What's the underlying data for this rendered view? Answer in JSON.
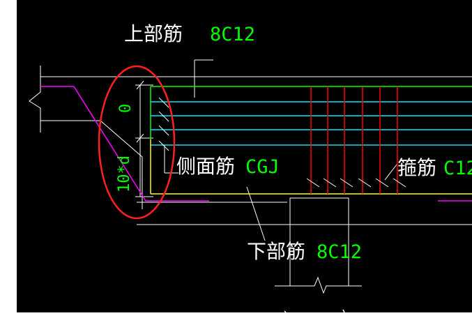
{
  "labels": {
    "top_rebar": "上部筋",
    "top_rebar_spec": "8C12",
    "side_rebar": "侧面筋",
    "side_rebar_spec": "CGJ",
    "stirrup": "箍筋",
    "stirrup_spec": "C12",
    "bottom_rebar": "下部筋",
    "bottom_rebar_spec": "8C12",
    "dim_zero": "0",
    "dim_anchor": "10*d"
  },
  "colors": {
    "background": "#000000",
    "outline": "#ffffff",
    "green": "#00ff00",
    "cyan": "#00e5ff",
    "red": "#ff0000",
    "yellow": "#ffff00",
    "magenta": "#ff00ff",
    "highlight": "#ff2020"
  }
}
